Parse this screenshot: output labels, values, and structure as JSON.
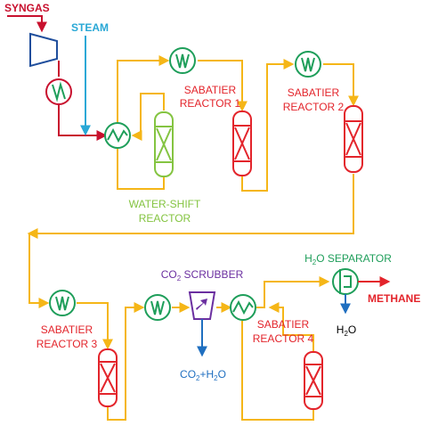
{
  "labels": {
    "syngas": "SYNGAS",
    "steam": "STEAM",
    "sabatier1_line1": "SABATIER",
    "sabatier1_line2": "REACTOR 1",
    "sabatier2_line1": "SABATIER",
    "sabatier2_line2": "REACTOR 2",
    "watershift_line1": "WATER-SHIFT",
    "watershift_line2": "REACTOR",
    "sabatier3_line1": "SABATIER",
    "sabatier3_line2": "REACTOR 3",
    "sabatier4_line1": "SABATIER",
    "sabatier4_line2": "REACTOR 4",
    "co2_scrubber_a": "CO",
    "co2_scrubber_sub": "2",
    "co2_scrubber_b": " SCRUBBER",
    "h2o_separator_a": "H",
    "h2o_separator_sub": "2",
    "h2o_separator_b": "O SEPARATOR",
    "methane": "METHANE",
    "h2o_out_a": "H",
    "h2o_out_sub": "2",
    "h2o_out_b": "O",
    "co2_h2o_a": "CO",
    "co2_h2o_sub1": "2",
    "co2_h2o_b": "+H",
    "co2_h2o_sub2": "2",
    "co2_h2o_c": "O"
  },
  "colors": {
    "syngas": "#c8102e",
    "steam": "#29a8d6",
    "process": "#f5b617",
    "sabatier": "#e3242b",
    "watershift": "#84c441",
    "heat_exchanger": "#1e9e5a",
    "compressor": "#1f4e9c",
    "scrubber": "#6b2fa0",
    "water_out": "#1f6fc0",
    "methane": "#e3242b"
  }
}
